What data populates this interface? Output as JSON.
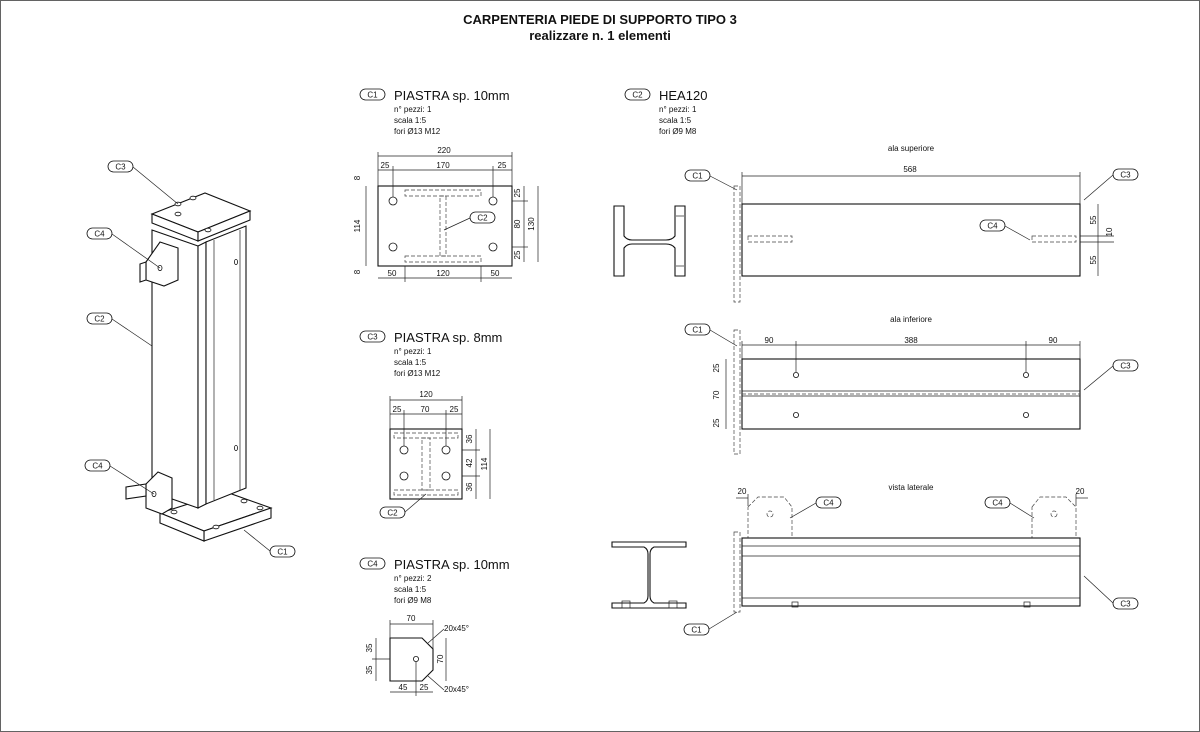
{
  "title": {
    "line1": "CARPENTERIA PIEDE DI SUPPORTO TIPO 3",
    "line2": "realizzare n. 1 elementi"
  },
  "parts": {
    "c1": {
      "tag": "C1",
      "name": "PIASTRA sp. 10mm",
      "pieces": "n° pezzi: 1",
      "scale": "scala 1:5",
      "holes": "fori Ø13 M12"
    },
    "c2": {
      "tag": "C2",
      "name": "HEA120",
      "pieces": "n° pezzi: 1",
      "scale": "scala 1:5",
      "holes": "fori Ø9 M8"
    },
    "c3": {
      "tag": "C3",
      "name": "PIASTRA sp. 8mm",
      "pieces": "n° pezzi: 1",
      "scale": "scala 1:5",
      "holes": "fori Ø13 M12"
    },
    "c4": {
      "tag": "C4",
      "name": "PIASTRA sp. 10mm",
      "pieces": "n° pezzi: 2",
      "scale": "scala 1:5",
      "holes": "fori Ø9 M8"
    }
  },
  "views": {
    "upper_flange": "ala superiore",
    "lower_flange": "ala inferiore",
    "side_view": "vista laterale"
  },
  "dimensions": {
    "c1": {
      "total_width": "220",
      "edge_left": "25",
      "hole_span": "170",
      "edge_right": "25",
      "height": "114",
      "edge_top": "8",
      "edge_bottom": "8",
      "bottom_left": "50",
      "bottom_mid": "120",
      "bottom_right": "50",
      "right_top": "25",
      "right_mid": "80",
      "right_bottom": "25",
      "right_total": "130"
    },
    "c3": {
      "total_width": "120",
      "left": "25",
      "mid": "70",
      "right": "25",
      "r_top": "36",
      "r_mid": "42",
      "r_bottom": "36",
      "r_total": "114"
    },
    "c4": {
      "width": "70",
      "chamfer_top": "20x45°",
      "chamfer_bottom": "20x45°",
      "left_top": "35",
      "left_bottom": "35",
      "right": "70",
      "bottom_left": "45",
      "bottom_right": "25"
    },
    "c2_top": {
      "length": "568",
      "r_top": "55",
      "r_gap": "10",
      "r_bottom": "55"
    },
    "c2_bottom": {
      "left": "90",
      "mid": "388",
      "right": "90",
      "l_top": "25",
      "l_mid": "70",
      "l_bottom": "25"
    },
    "c2_side": {
      "left": "20",
      "right": "20"
    }
  }
}
